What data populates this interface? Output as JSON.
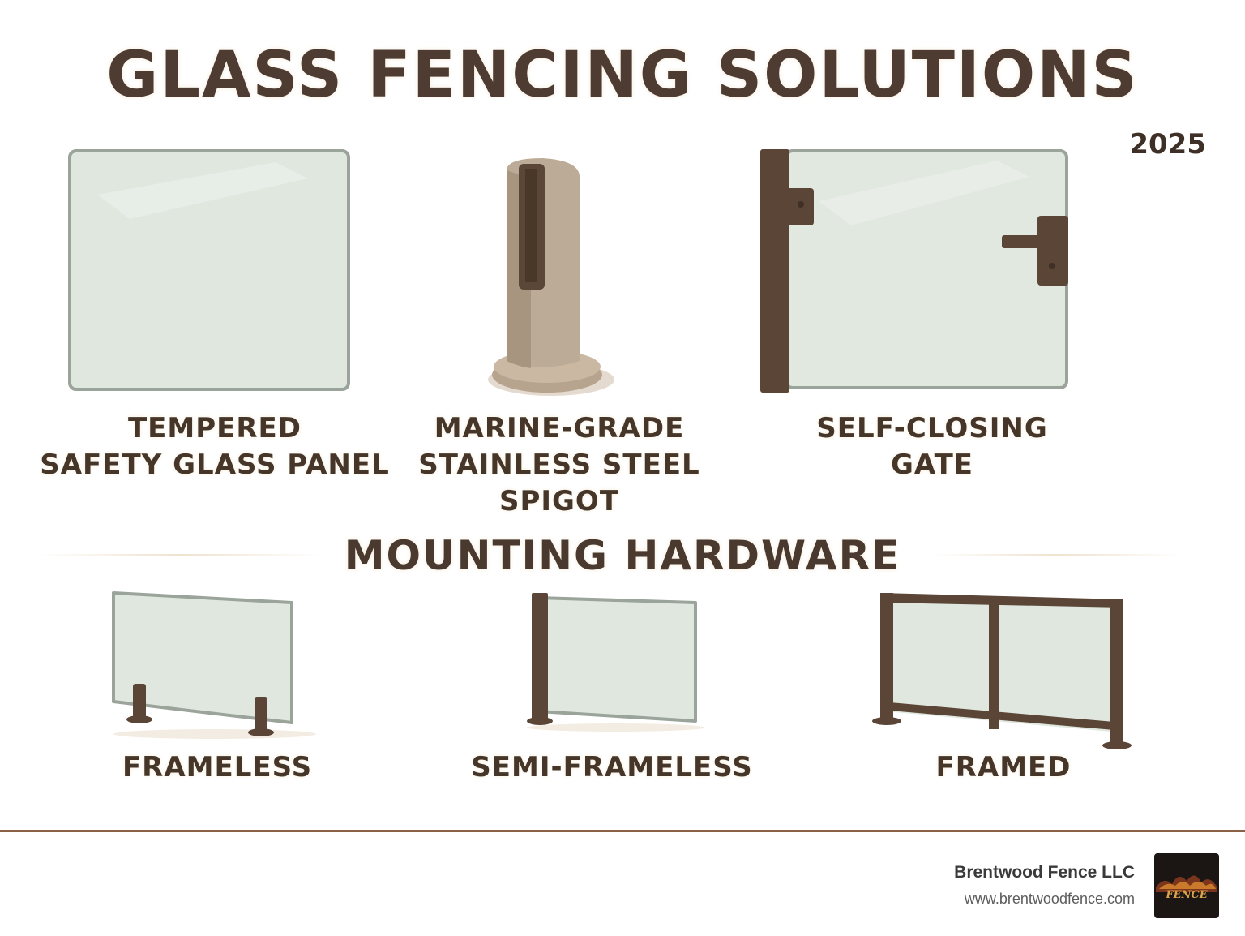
{
  "header": {
    "title": "GLASS FENCING SOLUTIONS",
    "year": "2025"
  },
  "components": [
    {
      "icon": "glass-panel-icon",
      "line1": "TEMPERED",
      "line2": "SAFETY GLASS PANEL",
      "line3": ""
    },
    {
      "icon": "spigot-icon",
      "line1": "MARINE-GRADE",
      "line2": "STAINLESS STEEL",
      "line3": "SPIGOT"
    },
    {
      "icon": "gate-icon",
      "line1": "SELF-CLOSING",
      "line2": "GATE",
      "line3": ""
    }
  ],
  "mounting": {
    "title": "MOUNTING HARDWARE",
    "items": [
      {
        "icon": "frameless-fence-icon",
        "label": "FRAMELESS"
      },
      {
        "icon": "semi-frameless-fence-icon",
        "label": "SEMI-FRAMELESS"
      },
      {
        "icon": "framed-fence-icon",
        "label": "FRAMED"
      }
    ]
  },
  "footer": {
    "company": "Brentwood Fence LLC",
    "url": "www.brentwoodfence.com",
    "logo_icon": "brentwood-fence-logo-icon",
    "logo_text": "FENCE"
  },
  "colors": {
    "bronze": "#5a4535",
    "glass": "#dde6dd",
    "text": "#4a3a30",
    "rule": "#8a6047"
  }
}
